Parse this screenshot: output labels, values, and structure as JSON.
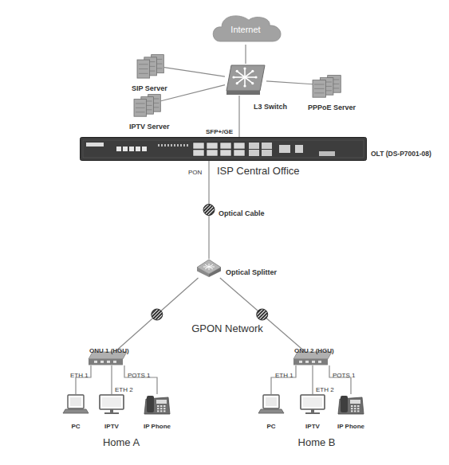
{
  "diagram": {
    "nodes": [
      {
        "text": [
          "Internet"
        ]
      },
      {
        "text": [
          "ISP Central Office"
        ]
      },
      {
        "text": [
          "SIP Server"
        ],
        "in": 1
      },
      {
        "text": [
          "IPTV Server"
        ],
        "in": 1
      },
      {
        "text": [
          "L3 Switch"
        ],
        "in": 1
      },
      {
        "text": [
          "PPPoE Server"
        ],
        "in": 1
      },
      {
        "text": [
          "OLT (DS-P7001-08)"
        ],
        "in": 1
      },
      {
        "text": [
          "GPON Network"
        ]
      },
      {
        "text": [
          "Optical Splitter"
        ],
        "in": 7
      },
      {
        "text": [
          "Home A"
        ]
      },
      {
        "text": [
          "ONU 1 (HGU)"
        ],
        "in": 9
      },
      {
        "text": [
          "PC"
        ],
        "in": 9
      },
      {
        "text": [
          "IPTV"
        ],
        "in": 9
      },
      {
        "text": [
          "IP Phone"
        ],
        "in": 9
      },
      {
        "text": [
          "Home B"
        ]
      },
      {
        "text": [
          "ONU 2 (HGU)"
        ],
        "in": 14
      },
      {
        "text": [
          "PC"
        ],
        "in": 14
      },
      {
        "text": [
          "IPTV"
        ],
        "in": 14
      },
      {
        "text": [
          "IP Phone"
        ],
        "in": 14
      }
    ],
    "edges": [
      {
        "from": 0,
        "to": 4,
        "arrow": "none"
      },
      {
        "from": 2,
        "to": 4,
        "arrow": "none"
      },
      {
        "from": 3,
        "to": 4,
        "arrow": "none"
      },
      {
        "from": 4,
        "to": 5,
        "arrow": "none"
      },
      {
        "from": 4,
        "to": 6,
        "label": "SFP+/GE",
        "arrow": "none"
      },
      {
        "from": 6,
        "to": 8,
        "label": "Optical Cable",
        "arrow": "none"
      },
      {
        "from": 8,
        "to": 10,
        "arrow": "none"
      },
      {
        "from": 8,
        "to": 15,
        "arrow": "none"
      },
      {
        "from": 10,
        "to": 11,
        "label": "ETH 1",
        "arrow": "none"
      },
      {
        "from": 10,
        "to": 12,
        "label": "ETH 2",
        "arrow": "none"
      },
      {
        "from": 10,
        "to": 13,
        "label": "POTS 1",
        "arrow": "none"
      },
      {
        "from": 15,
        "to": 16,
        "label": "ETH 1",
        "arrow": "none"
      },
      {
        "from": 15,
        "to": 17,
        "label": "ETH 2",
        "arrow": "none"
      },
      {
        "from": 15,
        "to": 18,
        "label": "POTS 1",
        "arrow": "none"
      }
    ],
    "labels": [
      "PON"
    ]
  }
}
